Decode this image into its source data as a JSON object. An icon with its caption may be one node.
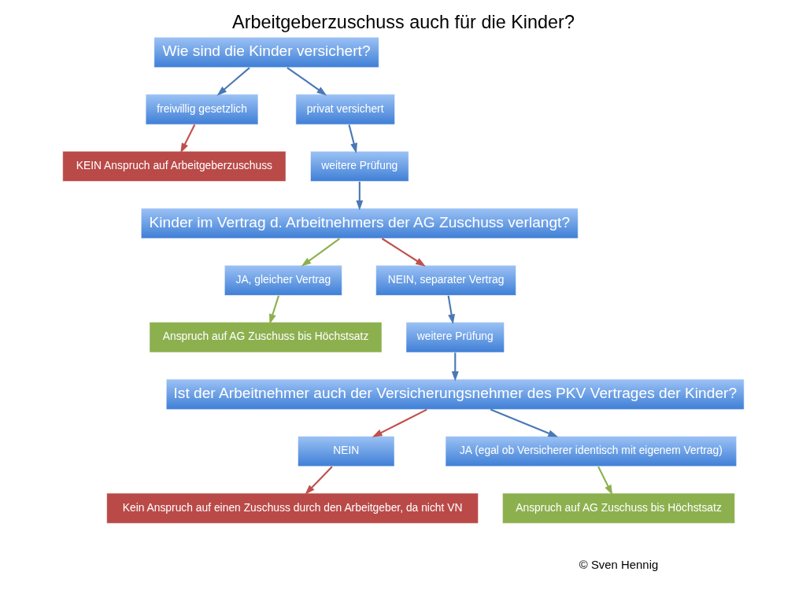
{
  "diagram": {
    "title": "Arbeitgeberzuschuss auch für die Kinder?",
    "nodes": [
      {
        "text": [
          "Wie sind die Kinder versichert?"
        ]
      },
      {
        "text": [
          "freiwillig gesetzlich"
        ]
      },
      {
        "text": [
          "KEIN Anspruch auf Arbeitgeberzuschuss"
        ]
      },
      {
        "text": [
          "privat versichert"
        ]
      },
      {
        "text": [
          "weitere Prüfung"
        ]
      },
      {
        "text": [
          "Kinder im Vertrag d. Arbeitnehmers der AG Zuschuss verlangt?"
        ]
      },
      {
        "text": [
          "JA, gleicher Vertrag"
        ]
      },
      {
        "text": [
          "Anspruch auf AG Zuschuss bis Höchstsatz"
        ]
      },
      {
        "text": [
          "NEIN, separater Vertrag"
        ]
      },
      {
        "text": [
          "weitere Prüfung"
        ]
      },
      {
        "text": [
          "Ist der Arbeitnehmer auch der Versicherungsnehmer des PKV Vertrages der Kinder?"
        ]
      },
      {
        "text": [
          "NEIN"
        ]
      },
      {
        "text": [
          "Kein Anspruch auf einen Zuschuss durch den Arbeitgeber, da nicht VN"
        ]
      },
      {
        "text": [
          "JA (egal ob Versicherer identisch mit eigenem Vertrag)"
        ]
      },
      {
        "text": [
          "Anspruch auf AG Zuschuss bis Höchstsatz"
        ]
      }
    ],
    "edges": [
      {
        "from": 0,
        "to": 1,
        "arrow": "to"
      },
      {
        "from": 0,
        "to": 3,
        "arrow": "to"
      },
      {
        "from": 1,
        "to": 2,
        "arrow": "to",
        "color": "#c0504d"
      },
      {
        "from": 3,
        "to": 4,
        "arrow": "to"
      },
      {
        "from": 4,
        "to": 5,
        "arrow": "to"
      },
      {
        "from": 5,
        "to": 6,
        "arrow": "to",
        "color": "#8db04f"
      },
      {
        "from": 6,
        "to": 7,
        "arrow": "to",
        "color": "#8db04f"
      },
      {
        "from": 5,
        "to": 8,
        "arrow": "to",
        "color": "#c0504d"
      },
      {
        "from": 8,
        "to": 9,
        "arrow": "to"
      },
      {
        "from": 9,
        "to": 10,
        "arrow": "to"
      },
      {
        "from": 10,
        "to": 11,
        "arrow": "to",
        "color": "#c0504d"
      },
      {
        "from": 11,
        "to": 12,
        "arrow": "to",
        "color": "#c0504d"
      },
      {
        "from": 10,
        "to": 13,
        "arrow": "to"
      },
      {
        "from": 13,
        "to": 14,
        "arrow": "to",
        "color": "#8db04f"
      }
    ],
    "labels": [
      "© Sven Hennig"
    ]
  }
}
